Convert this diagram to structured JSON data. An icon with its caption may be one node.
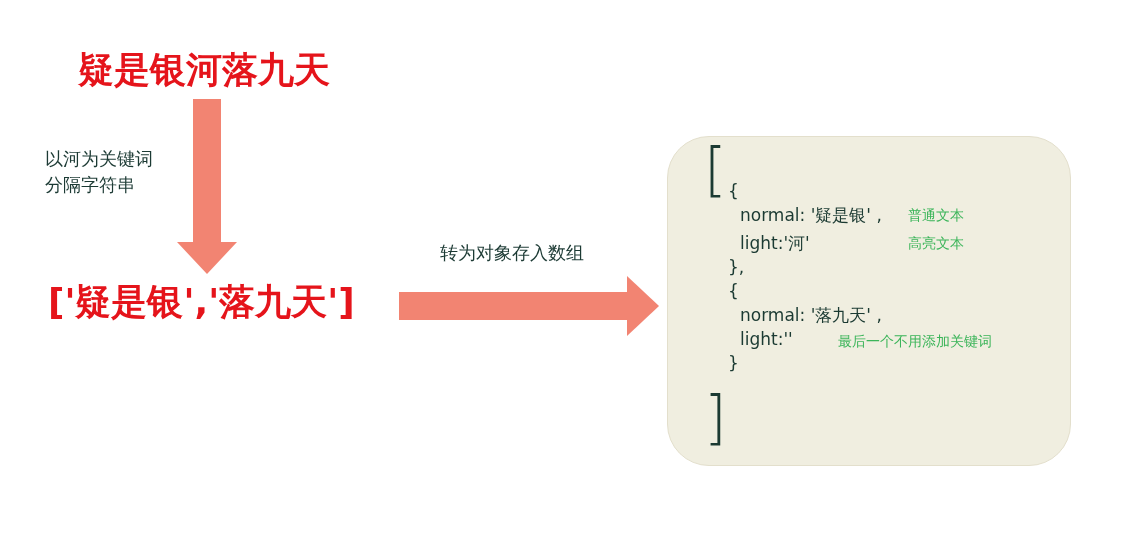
{
  "diagram": {
    "nodes": [
      {
        "text": [
          "疑是银河落九天"
        ]
      },
      {
        "text": [
          "['疑是银','落九天']"
        ]
      },
      {
        "text": [
          "[",
          "{",
          "normal: '疑是银' ,",
          "普通文本",
          "light:'河'",
          "高亮文本",
          "},",
          "{",
          "normal: '落九天' ,",
          "light:''",
          "最后一个不用添加关键词",
          "}",
          "]"
        ]
      }
    ],
    "edges": [
      {
        "from": 0,
        "to": 1,
        "arrow": "to",
        "label": "以河为关键词分隔字符串"
      },
      {
        "from": 1,
        "to": 2,
        "arrow": "to",
        "label": "转为对象存入数组"
      }
    ]
  }
}
